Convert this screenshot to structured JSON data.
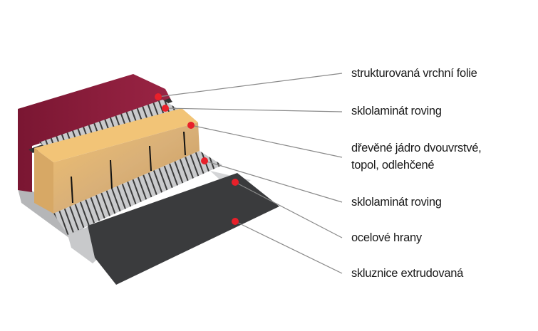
{
  "title": "Ski construction cross-section",
  "colors": {
    "marker": "#e8202a",
    "topsheet": "#8c1f3c",
    "base": "#3a3b3d",
    "leader": "#8a8a8a"
  },
  "labels": [
    {
      "id": "topsheet",
      "text": "strukturovaná vrchní folie"
    },
    {
      "id": "fiberglass-top",
      "text": "sklolaminát roving"
    },
    {
      "id": "core",
      "line1": "dřevěné jádro dvouvrstvé,",
      "line2": "topol, odlehčené"
    },
    {
      "id": "fiberglass-bottom",
      "text": "sklolaminát roving"
    },
    {
      "id": "steel-edges",
      "text": "ocelové hrany"
    },
    {
      "id": "base",
      "text": "skluznice extrudovaná"
    }
  ]
}
